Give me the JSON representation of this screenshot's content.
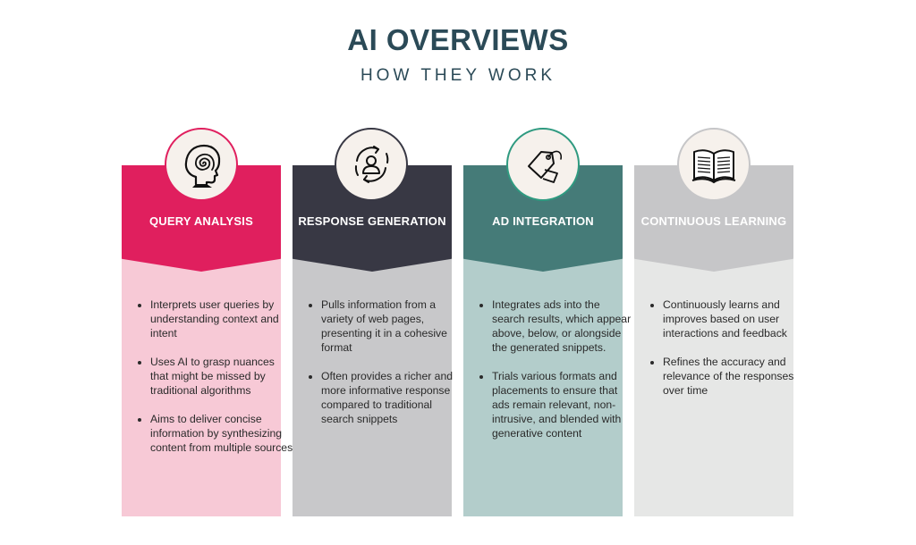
{
  "header": {
    "title": "AI OVERVIEWS",
    "subtitle": "HOW THEY WORK"
  },
  "columns": [
    {
      "label": "QUERY ANALYSIS",
      "icon": "head-spiral-icon",
      "head_color": "#e01f5e",
      "body_color": "#f7c9d6",
      "bullets": [
        "Interprets user queries by understanding context and intent",
        "Uses AI to grasp nuances that might be missed by traditional algorithms",
        "Aims to deliver concise information by synthesizing content from multiple sources"
      ]
    },
    {
      "label": "RESPONSE GENERATION",
      "icon": "user-cycle-icon",
      "head_color": "#383844",
      "body_color": "#c8c8ca",
      "bullets": [
        "Pulls information from a variety of web pages, presenting it in a cohesive format",
        "Often provides a richer and more informative response compared to traditional search snippets"
      ]
    },
    {
      "label": "AD INTEGRATION",
      "icon": "price-tag-icon",
      "head_color": "#457b78",
      "body_color": "#b3cdcb",
      "bullets": [
        "Integrates ads into the search results, which appear above, below, or alongside the generated snippets.",
        "Trials various formats and placements to ensure that ads remain relevant, non-intrusive, and blended with generative content"
      ]
    },
    {
      "label": "CONTINUOUS LEARNING",
      "icon": "open-book-icon",
      "head_color": "#c6c6c8",
      "body_color": "#e6e7e6",
      "bullets": [
        "Continuously learns and improves based on user interactions and feedback",
        "Refines the accuracy and relevance of the responses over time"
      ]
    }
  ]
}
